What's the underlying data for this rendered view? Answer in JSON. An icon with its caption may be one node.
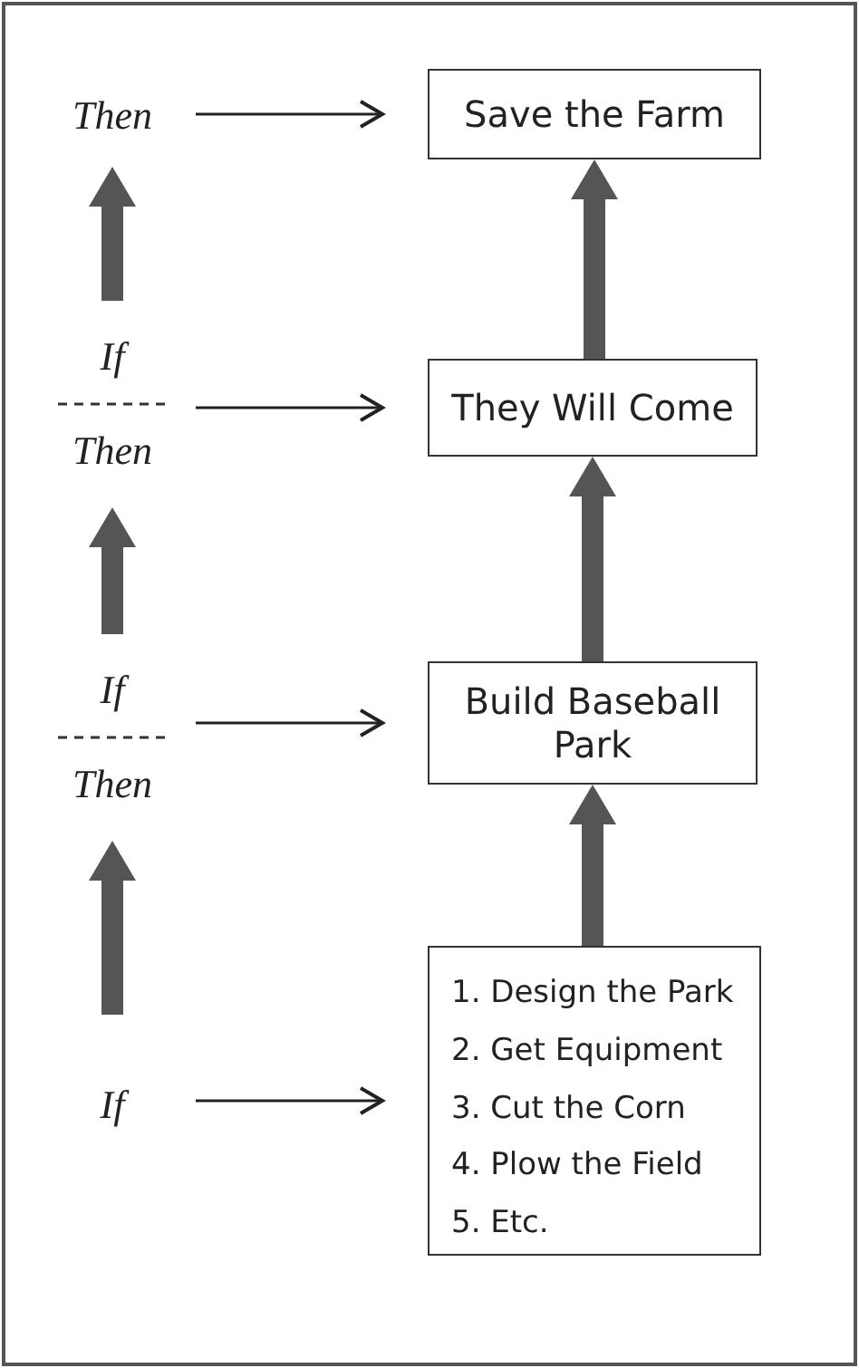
{
  "diagram": {
    "nodes": [
      {
        "text": [
          "Then"
        ]
      },
      {
        "text": [
          "Save the Farm"
        ]
      },
      {
        "text": [
          "If",
          "Then"
        ]
      },
      {
        "text": [
          "They Will Come"
        ]
      },
      {
        "text": [
          "If",
          "Then"
        ]
      },
      {
        "text": [
          "Build Baseball Park"
        ]
      },
      {
        "text": [
          "If"
        ]
      },
      {
        "text": [
          "1. Design the Park",
          "2. Get Equipment",
          "3. Cut the Corn",
          "4. Plow the Field",
          "5. Etc."
        ]
      }
    ],
    "edges": [
      {
        "from": 0,
        "to": 1,
        "arrow": "to",
        "color": "#222222"
      },
      {
        "from": 2,
        "to": 0,
        "arrow": "to"
      },
      {
        "from": 3,
        "to": 1,
        "arrow": "to"
      },
      {
        "from": 2,
        "to": 3,
        "arrow": "to",
        "color": "#222222"
      },
      {
        "from": 4,
        "to": 2,
        "arrow": "to"
      },
      {
        "from": 5,
        "to": 3,
        "arrow": "to"
      },
      {
        "from": 4,
        "to": 5,
        "arrow": "to",
        "color": "#222222"
      },
      {
        "from": 6,
        "to": 4,
        "arrow": "to"
      },
      {
        "from": 7,
        "to": 5,
        "arrow": "to"
      },
      {
        "from": 6,
        "to": 7,
        "arrow": "to",
        "color": "#222222"
      }
    ]
  }
}
